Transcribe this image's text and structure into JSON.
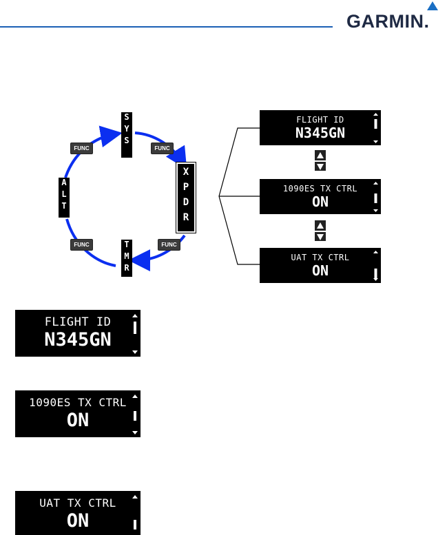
{
  "header": {
    "brand": "GARMIN."
  },
  "cycle": {
    "modes": [
      "SYS",
      "XPDR",
      "TMR",
      "ALT"
    ],
    "func_label": "FUNC"
  },
  "xpdr_pages": [
    {
      "label": "FLIGHT ID",
      "value": "N345GN"
    },
    {
      "label": "1090ES TX CTRL",
      "value": "ON"
    },
    {
      "label": "UAT TX CTRL",
      "value": "ON"
    }
  ],
  "colors": {
    "arrow": "#0b2ff0",
    "brand": "#1f2a44",
    "accent": "#1a6fc4"
  }
}
